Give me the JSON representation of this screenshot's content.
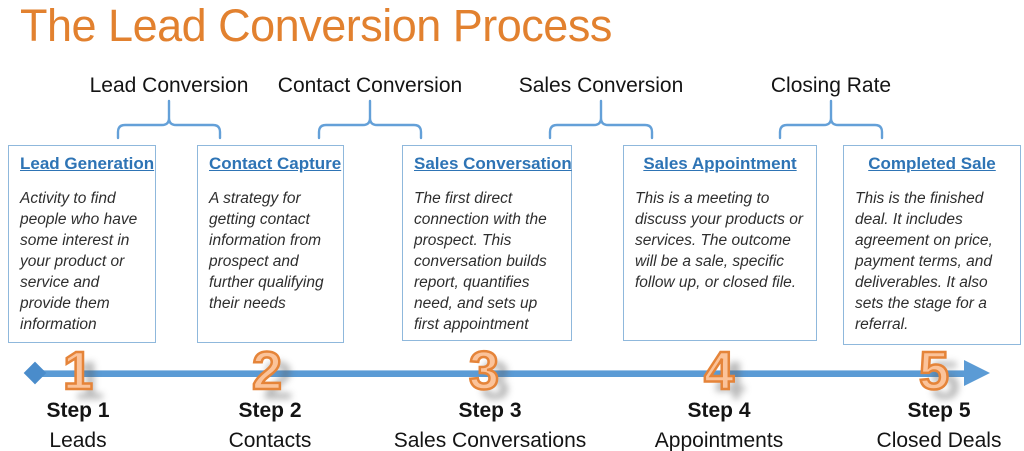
{
  "title": "The Lead Conversion Process",
  "colors": {
    "title_orange": "#E2812F",
    "accent_blue": "#5B9BD5",
    "heading_blue": "#2E74B5",
    "box_border_blue": "#8FB8DC",
    "number_fill": "#FBC39A",
    "number_outline": "#E58439"
  },
  "brackets": [
    {
      "label": "Lead Conversion"
    },
    {
      "label": "Contact Conversion"
    },
    {
      "label": "Sales Conversion"
    },
    {
      "label": "Closing Rate"
    }
  ],
  "boxes": [
    {
      "heading": "Lead Generation",
      "body": "Activity to find people who have some interest in your product or service and provide them information"
    },
    {
      "heading": "Contact Capture",
      "body": "A strategy for getting contact information from prospect and further qualifying their needs"
    },
    {
      "heading": "Sales Conversation",
      "body": "The first direct connection with the prospect.  This conversation builds report, quantifies need, and sets up first appointment"
    },
    {
      "heading": "Sales Appointment",
      "body": "This is a meeting to discuss your products or services.  The outcome will be a sale, specific follow up, or closed file."
    },
    {
      "heading": "Completed Sale",
      "body": "This is the finished deal.  It includes agreement on price, payment terms, and deliverables.  It also sets the stage for a referral."
    }
  ],
  "steps": [
    {
      "number": "1",
      "label": "Step 1",
      "name": "Leads"
    },
    {
      "number": "2",
      "label": "Step 2",
      "name": "Contacts"
    },
    {
      "number": "3",
      "label": "Step 3",
      "name": "Sales Conversations"
    },
    {
      "number": "4",
      "label": "Step 4",
      "name": "Appointments"
    },
    {
      "number": "5",
      "label": "Step 5",
      "name": "Closed Deals"
    }
  ]
}
